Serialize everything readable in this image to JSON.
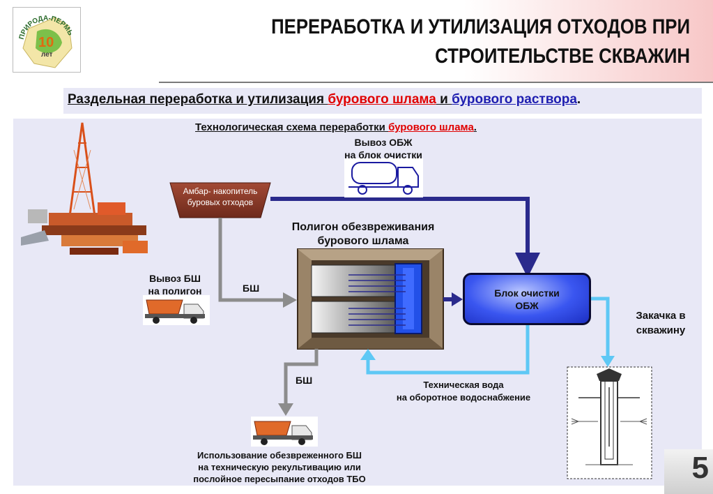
{
  "header": {
    "title_line1": "ПЕРЕРАБОТКА И УТИЛИЗАЦИЯ ОТХОДОВ ПРИ",
    "title_line2": "СТРОИТЕЛЬСТВЕ СКВАЖИН"
  },
  "logo": {
    "text_arc": "ПРИРОДА-ПЕРМЬ",
    "number": "10",
    "years": "лет"
  },
  "subtitle": {
    "part1": "Раздельная переработка и утилизация ",
    "part2": "бурового шлама",
    "part3": " и ",
    "part4": "бурового раствора",
    "part5": "."
  },
  "scheme": {
    "title_part1": "Технологическая схема переработки ",
    "title_part2": "бурового шлама",
    "title_part3": ".",
    "export_obzh_line1": "Вывоз ОБЖ",
    "export_obzh_line2": "на блок очистки",
    "pit_line1": "Амбар- накопитель",
    "pit_line2": "буровых отходов",
    "polygon_line1": "Полигон обезвреживания",
    "polygon_line2": "бурового шлама",
    "export_bsh_line1": "Вывоз БШ",
    "export_bsh_line2": "на полигон",
    "bsh_label_1": "БШ",
    "bsh_label_2": "БШ",
    "cleaning_line1": "Блок очистки",
    "cleaning_line2": "ОБЖ",
    "injection_line1": "Закачка в",
    "injection_line2": "скважину",
    "water_line1": "Техническая вода",
    "water_line2": "на оборотное водоснабжение",
    "usage_line1": "Использование обезвреженного БШ",
    "usage_line2": "на техническую рекультивацию или",
    "usage_line3": "послойное пересыпание отходов ТБО"
  },
  "page_number": "5",
  "colors": {
    "red_text": "#e00000",
    "blue_text": "#1e1eb0",
    "arrow_dark_blue": "#2a2a8c",
    "arrow_light_blue": "#5ec8f5",
    "arrow_gray": "#8c8c8c",
    "pit_brown": "#8e3d2c"
  }
}
